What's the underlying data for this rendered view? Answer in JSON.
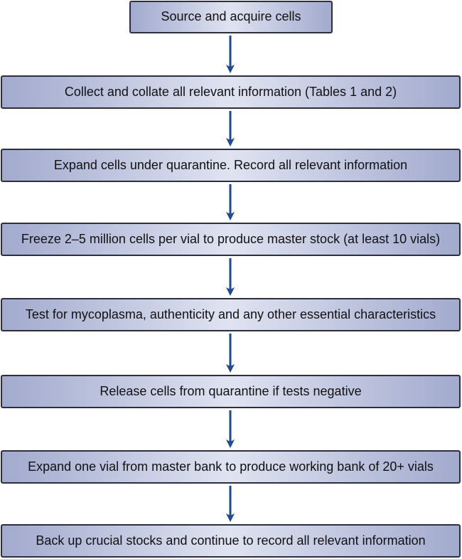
{
  "steps": [
    {
      "label": "Source and acquire cells"
    },
    {
      "label": "Collect and collate all relevant information (Tables 1 and 2)"
    },
    {
      "label": "Expand cells under quarantine. Record all relevant information"
    },
    {
      "label": "Freeze 2–5 million cells per vial to produce master stock (at least 10 vials)"
    },
    {
      "label": "Test for mycoplasma, authenticity and any other essential characteristics"
    },
    {
      "label": "Release cells from quarantine if tests negative"
    },
    {
      "label": "Expand one vial from master bank to produce working bank of 20+ vials"
    },
    {
      "label": "Back up crucial stocks and continue to record all relevant information"
    }
  ],
  "colors": {
    "arrow": "#1f4b8c",
    "box_border": "#2b2f3f",
    "box_edge": "#a2aace",
    "box_center": "#dfe3f1"
  }
}
